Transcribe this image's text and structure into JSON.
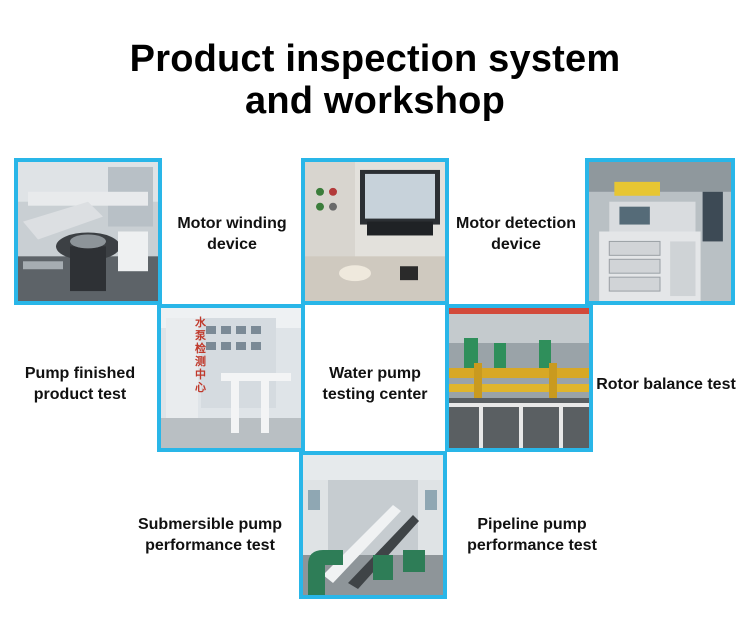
{
  "title_line1": "Product inspection system",
  "title_line2": "and workshop",
  "labels": {
    "motor_winding": "Motor winding device",
    "motor_detection": "Motor detection device",
    "pump_finished": "Pump finished product test",
    "water_pump_center": "Water pump testing center",
    "rotor_balance": "Rotor balance test",
    "submersible": "Submersible pump performance test",
    "pipeline": "Pipeline pump performance test"
  },
  "sign_text": "水泵检测中心",
  "accent_color": "#29b6e8"
}
